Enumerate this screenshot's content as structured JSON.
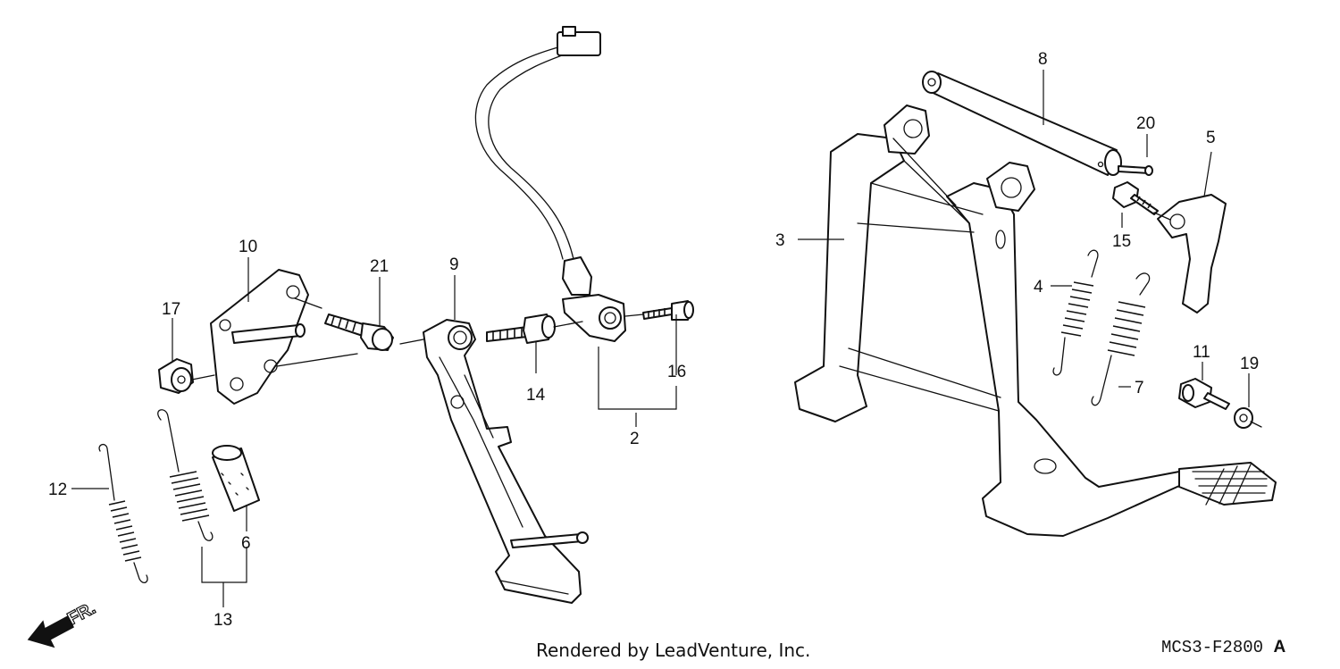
{
  "callouts": {
    "c1": "2",
    "c2": "3",
    "c3": "4",
    "c4": "5",
    "c5": "6",
    "c6": "7",
    "c7": "8",
    "c8": "9",
    "c9": "10",
    "c10": "11",
    "c11": "12",
    "c12": "13",
    "c13": "14",
    "c14": "15",
    "c15": "16",
    "c16": "17",
    "c17": "19",
    "c18": "20",
    "c19": "21"
  },
  "direction_label": "FR.",
  "credit": "Rendered by LeadVenture, Inc.",
  "diagram_code": "MCS3-F2800",
  "diagram_suffix": "A"
}
